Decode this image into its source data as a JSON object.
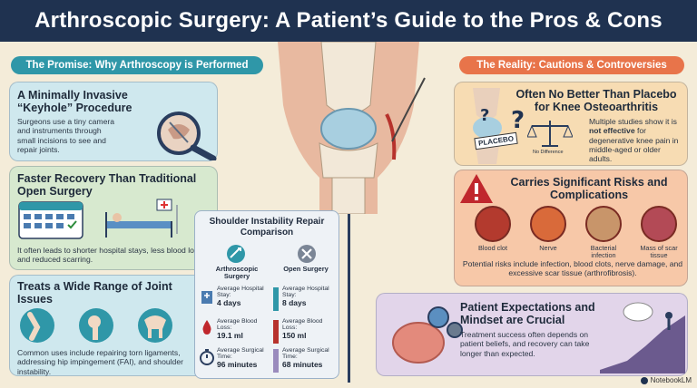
{
  "header": {
    "title": "Arthroscopic Surgery: A Patient’s Guide to the Pros & Cons"
  },
  "left": {
    "section_title": "The Promise: Why Arthroscopy is Performed",
    "cards": [
      {
        "title": "A Minimally Invasive “Keyhole” Procedure",
        "body": "Surgeons use a tiny camera and instruments through small incisions to see and repair joints."
      },
      {
        "title": "Faster Recovery Than Traditional Open Surgery",
        "body": "It often leads to shorter hospital stays, less blood loss, and reduced scarring."
      },
      {
        "title": "Treats a Wide Range of Joint Issues",
        "body": "Common uses include repairing torn ligaments, addressing hip impingement (FAI), and shoulder instability."
      }
    ]
  },
  "comparison": {
    "title": "Shoulder Instability Repair Comparison",
    "col_a": "Arthroscopic Surgery",
    "col_b": "Open Surgery",
    "rows": [
      {
        "label": "Average Hospital Stay:",
        "a": "4 days",
        "b": "8 days"
      },
      {
        "label": "Average Blood Loss:",
        "a": "19.1 ml",
        "b": "150 ml"
      },
      {
        "label": "Average Surgical Time:",
        "a": "96 minutes",
        "b": "68 minutes"
      }
    ]
  },
  "right": {
    "section_title": "The Reality: Cautions & Controversies",
    "placebo": {
      "title": "Often No Better Than Placebo for Knee Osteoarthritis",
      "body_pre": "Multiple studies show it is ",
      "body_bold": "not effective",
      "body_post": " for degenerative knee pain in middle-aged or older adults.",
      "tag": "PLACEBO",
      "scale_label": "No Difference"
    },
    "risks": {
      "title": "Carries Significant Risks and Complications",
      "items": [
        "Blood clot",
        "Nerve",
        "Bacterial infection",
        "Mass of scar tissue"
      ],
      "body": "Potential risks include infection, blood clots, nerve damage, and excessive scar tissue (arthrofibrosis)."
    },
    "mindset": {
      "title": "Patient Expectations and Mindset are Crucial",
      "body": "Treatment success often depends on patient beliefs, and recovery can take longer than expected."
    }
  },
  "footer": {
    "brand": "NotebookLM"
  },
  "colors": {
    "navy": "#1f3250",
    "teal": "#2f97a8",
    "orange": "#e8744a"
  }
}
